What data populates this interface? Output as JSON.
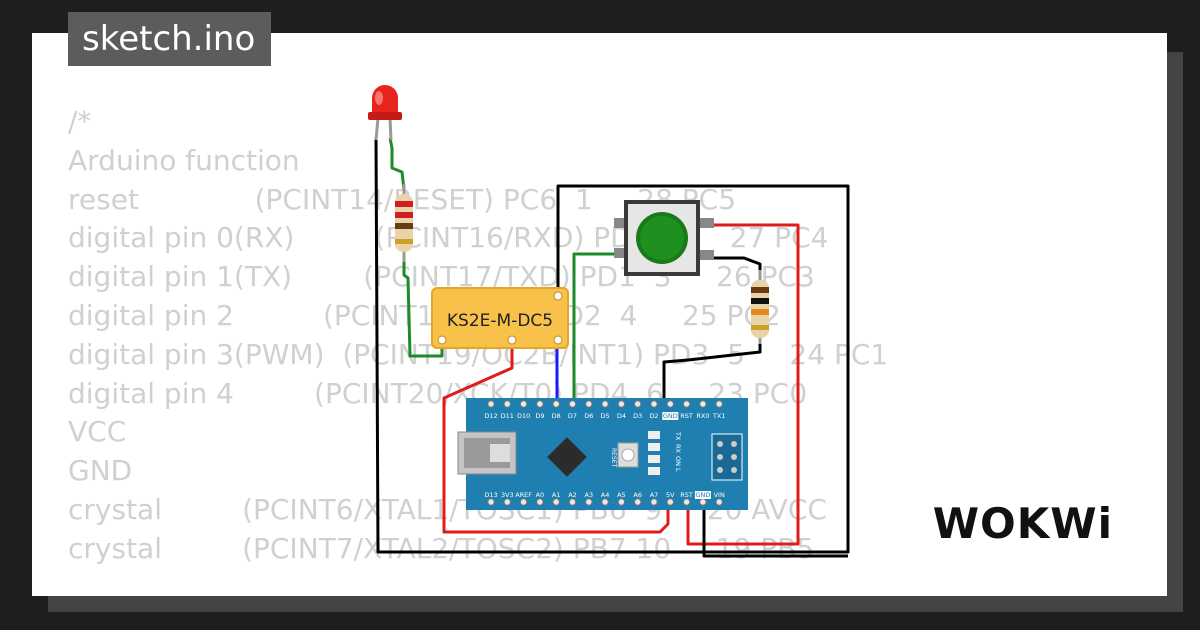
{
  "title": "sketch.ino",
  "code_lines": [
    "/*",
    "Arduino function",
    "reset             (PCINT14/RESET) PC6  1     28 PC5",
    "digital pin 0(RX)         (PCINT16/RXD) PD0  2     27 PC4",
    "digital pin 1(TX)        (PCINT17/TXD) PD1  3     26 PC3",
    "digital pin 2          (PCINT18/INT0) PD2  4     25 PC2",
    "digital pin 3(PWM)  (PCINT19/OC2B/INT1) PD3  5     24 PC1",
    "digital pin 4         (PCINT20/XCK/T0) PD4  6     23 PC0",
    "VCC",
    "GND",
    "crystal         (PCINT6/XTAL1/TOSC1) PB6  9     20 AVCC",
    "crystal         (PCINT7/XTAL2/TOSC2) PB7 10     19 PB5"
  ],
  "relay": {
    "label": "KS2E-M-DC5"
  },
  "nano": {
    "top_pins": [
      "D12",
      "D11",
      "D10",
      "D9",
      "D8",
      "D7",
      "D6",
      "D5",
      "D4",
      "D3",
      "D2",
      "GND",
      "RST",
      "RX0",
      "TX1"
    ],
    "bottom_pins": [
      "D13",
      "3V3",
      "AREF",
      "A0",
      "A1",
      "A2",
      "A3",
      "A4",
      "A5",
      "A6",
      "A7",
      "5V",
      "RST",
      "GND",
      "VIN"
    ],
    "leds": [
      "TX",
      "RX",
      "ON",
      "L"
    ],
    "reset_label": "RESET"
  },
  "logo": "WOKWi",
  "colors": {
    "background": "#1e1e1e",
    "card": "#ffffff",
    "code_text": "#d0d0d0",
    "title_box": "#5c5c5c",
    "wire_red": "#e01b1b",
    "wire_green": "#1e8a2a",
    "wire_black": "#000000",
    "wire_blue": "#1a1aff",
    "relay": "#f7c14a",
    "nano": "#1e7fb0",
    "button_cap": "#1a7a1a",
    "led": "#e8241e"
  }
}
